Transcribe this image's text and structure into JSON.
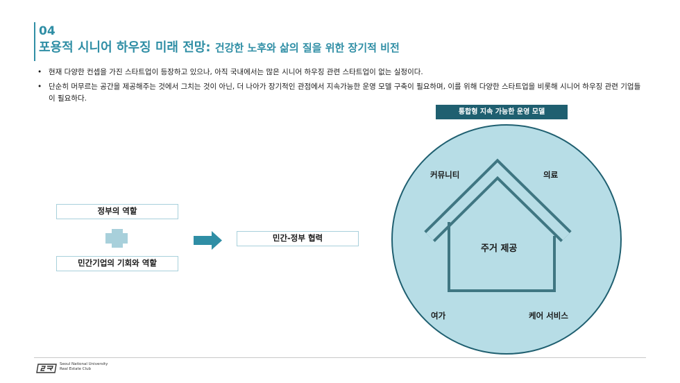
{
  "header": {
    "section_number": "04",
    "title_main": "포용적 시니어 하우징 미래 전망:",
    "title_sub": "건강한 노후와 삶의 질을 위한 장기적 비전"
  },
  "bullets": [
    {
      "marker": "•",
      "text": "현재 다양한 컨셉을 가진 스타트업이 등장하고 있으나, 아직 국내에서는 많은 시니어 하우징 관련 스타트업이 없는 실정이다."
    },
    {
      "marker": "•",
      "text": "단순히 머무르는 공간을 제공해주는 것에서 그치는 것이 아닌, 더 나아가 장기적인 관점에서 지속가능한 운영 모델 구축이 필요하며, 이를 위해 다양한 스타트업을 비롯해 시니어 하우징 관련 기업들이 필요하다."
    }
  ],
  "left_diagram": {
    "government_role": "정부의 역할",
    "corporate_role": "민간기업의 기회와 역할",
    "collaboration": "민간-정부 협력"
  },
  "model": {
    "badge": "통합형 지속 가능한 운영 모델",
    "community": "커뮤니티",
    "medical": "의료",
    "housing": "주거 제공",
    "leisure": "여가",
    "care": "케어 서비스"
  },
  "footer": {
    "org_line1": "Seoul National University",
    "org_line2": "Real Estate Club"
  },
  "colors": {
    "accent": "#2f8ea5",
    "dark_teal": "#1f5f70",
    "circle_fill": "#b7dde6",
    "house_stroke": "#3f7682",
    "light_box": "#a8d0db"
  }
}
